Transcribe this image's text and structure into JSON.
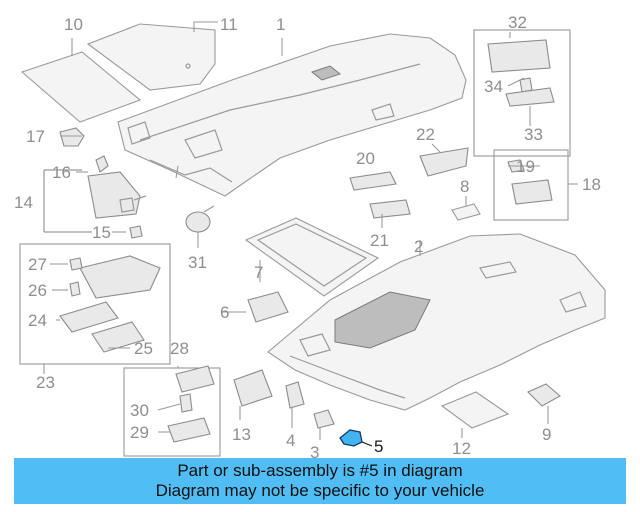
{
  "diagram": {
    "highlighted_part": "5",
    "highlight_color": "#43b2f0",
    "banner_color": "#51bdf5",
    "callouts": {
      "c1": "1",
      "c2": "2",
      "c3": "3",
      "c4": "4",
      "c5": "5",
      "c6": "6",
      "c7": "7",
      "c8": "8",
      "c9": "9",
      "c10": "10",
      "c11": "11",
      "c12": "12",
      "c13": "13",
      "c14": "14",
      "c15": "15",
      "c16": "16",
      "c17": "17",
      "c18": "18",
      "c19": "19",
      "c20": "20",
      "c21": "21",
      "c22": "22",
      "c23": "23",
      "c24": "24",
      "c25": "25",
      "c26": "26",
      "c27": "27",
      "c28": "28",
      "c29": "29",
      "c30": "30",
      "c31": "31",
      "c32": "32",
      "c33": "33",
      "c34": "34"
    }
  },
  "banner": {
    "line1": "Part or sub-assembly is #5 in diagram",
    "line2": "Diagram may not be specific to your vehicle"
  }
}
